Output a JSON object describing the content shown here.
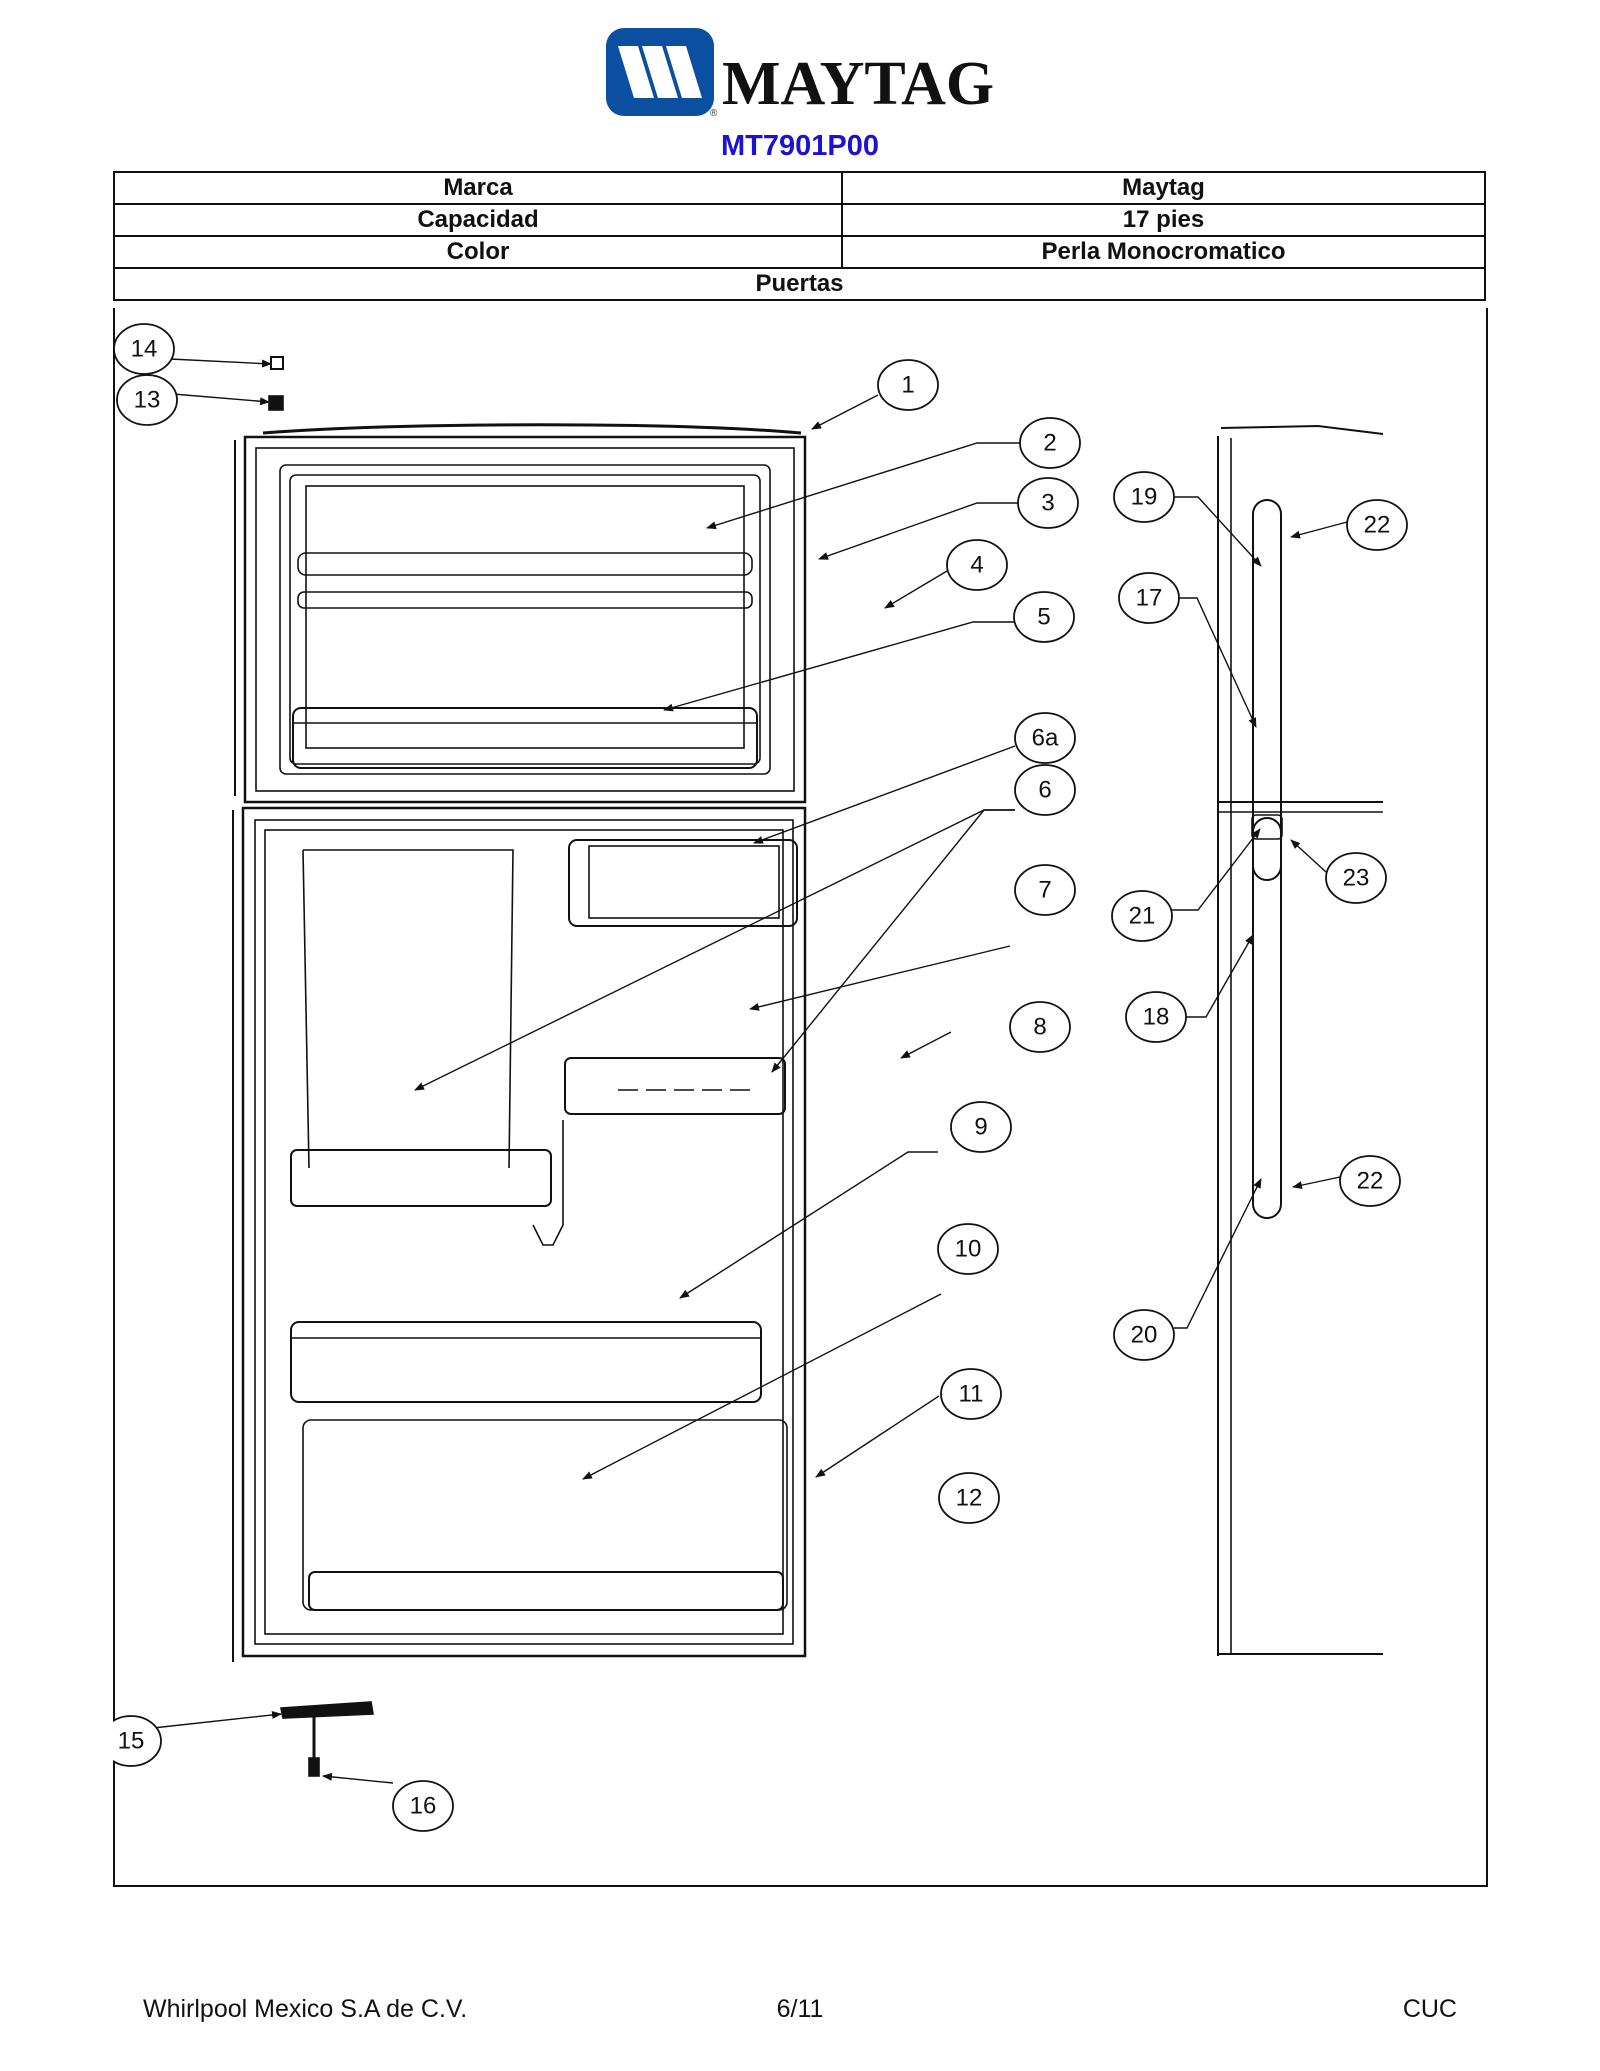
{
  "brand": {
    "name": "MAYTAG",
    "mark": "®",
    "colors": {
      "logo_blue": "#0a4fa0",
      "model_blue": "#1a12d6"
    }
  },
  "model": "MT7901P00",
  "spec_rows": [
    {
      "label": "Marca",
      "value": "Maytag"
    },
    {
      "label": "Capacidad",
      "value": "17 pies"
    },
    {
      "label": "Color",
      "value": "Perla Monocromatico"
    }
  ],
  "section_title": "Puertas",
  "callouts": [
    "14",
    "13",
    "1",
    "2",
    "3",
    "4",
    "5",
    "6a",
    "6",
    "7",
    "8",
    "9",
    "10",
    "11",
    "12",
    "15",
    "16",
    "19",
    "22",
    "17",
    "23",
    "21",
    "18",
    "22",
    "20"
  ],
  "footer": {
    "company": "Whirlpool Mexico S.A de C.V.",
    "page": "6/11",
    "code": "CUC"
  }
}
